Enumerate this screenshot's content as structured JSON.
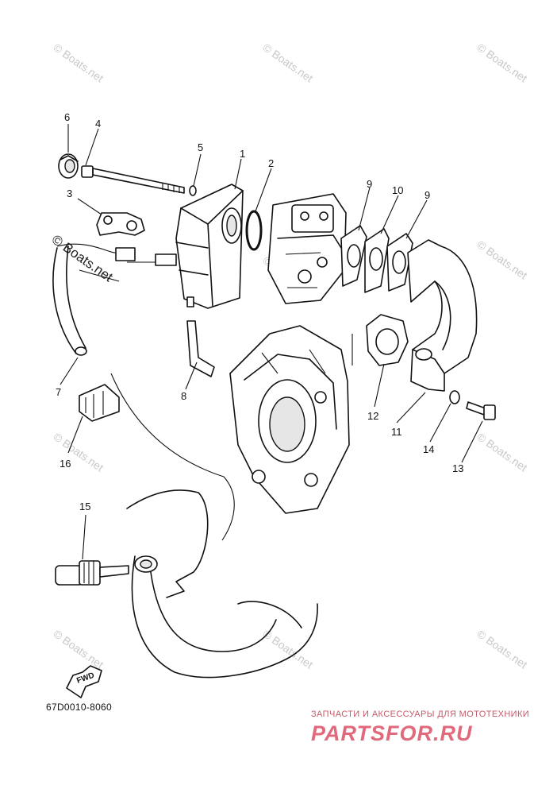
{
  "diagram": {
    "callouts": [
      {
        "id": "6",
        "label": "6"
      },
      {
        "id": "4",
        "label": "4"
      },
      {
        "id": "5",
        "label": "5"
      },
      {
        "id": "1",
        "label": "1"
      },
      {
        "id": "2",
        "label": "2"
      },
      {
        "id": "3",
        "label": "3"
      },
      {
        "id": "9a",
        "label": "9"
      },
      {
        "id": "10",
        "label": "10"
      },
      {
        "id": "9b",
        "label": "9"
      },
      {
        "id": "7",
        "label": "7"
      },
      {
        "id": "8",
        "label": "8"
      },
      {
        "id": "16",
        "label": "16"
      },
      {
        "id": "12",
        "label": "12"
      },
      {
        "id": "11",
        "label": "11"
      },
      {
        "id": "14",
        "label": "14"
      },
      {
        "id": "13",
        "label": "13"
      },
      {
        "id": "15",
        "label": "15"
      }
    ],
    "fwd_label": "FWD",
    "part_code": "67D0010-8060"
  },
  "watermark": {
    "text": "© Boats.net",
    "color": "#c9c9c9"
  },
  "shop_banner": {
    "subtitle": "ЗАПЧАСТИ И АКСЕССУАРЫ ДЛЯ МОТОТЕХНИКИ",
    "logo": "PARTSFOR.RU",
    "color": "#e06a7c"
  }
}
